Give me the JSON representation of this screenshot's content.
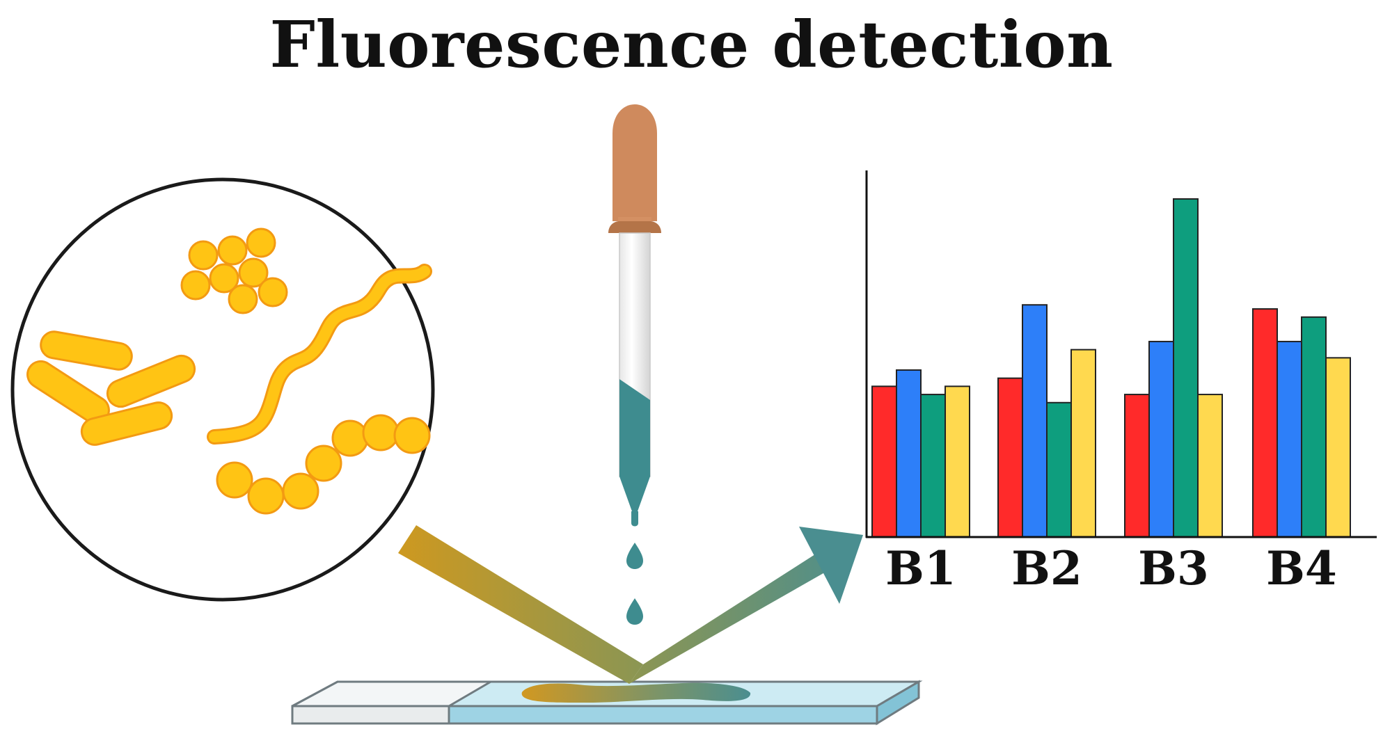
{
  "title": "Fluorescence detection",
  "colors": {
    "bacteria_fill": "#FFC414",
    "bacteria_stroke": "#F39A12",
    "dropper_bulb": "#CF8A5D",
    "dropper_liquid": "#3E8C8F",
    "slide_tint": "#CDEBF3",
    "arrow_start": "#D0991E",
    "arrow_end": "#4A8E90"
  },
  "icons": [
    "magnifier-circle",
    "bacteria",
    "dropper-icon",
    "glass-slide",
    "sample-smear",
    "arrow-icon"
  ],
  "chart_data": {
    "type": "bar",
    "categories": [
      "B1",
      "B2",
      "B3",
      "B4"
    ],
    "series": [
      {
        "color": "#FF2A2A",
        "values": [
          37,
          39,
          35,
          56
        ]
      },
      {
        "color": "#2D7FF9",
        "values": [
          41,
          57,
          48,
          48
        ]
      },
      {
        "color": "#0E9E7E",
        "values": [
          35,
          33,
          83,
          54
        ]
      },
      {
        "color": "#FFD94F",
        "values": [
          37,
          46,
          35,
          44
        ]
      }
    ],
    "ylim": [
      0,
      90
    ],
    "grid": false,
    "legend": "none",
    "y_ticks": "none"
  }
}
